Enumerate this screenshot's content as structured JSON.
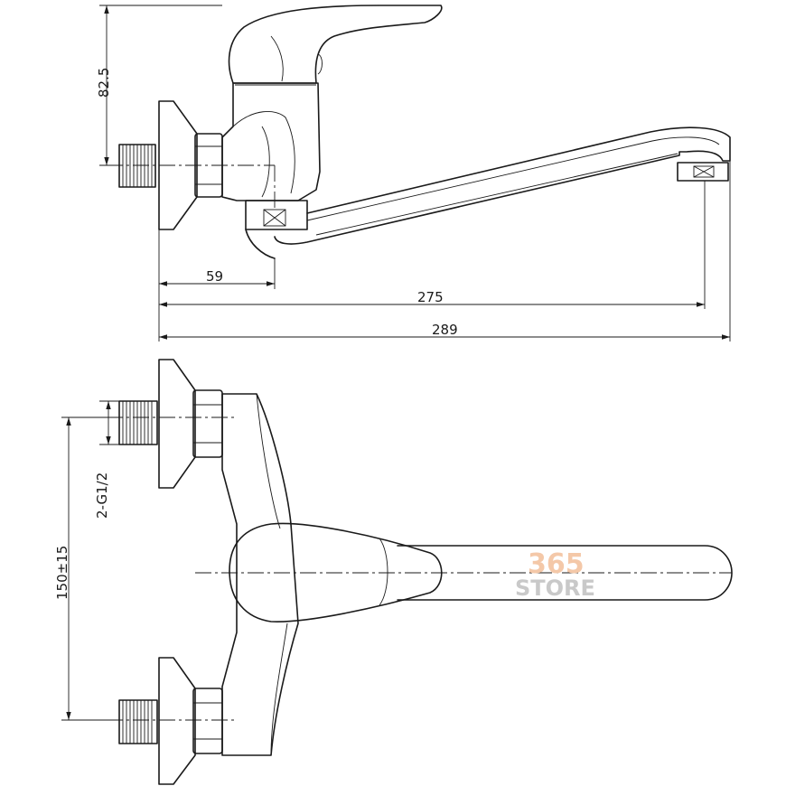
{
  "dimensions": {
    "inlet_to_lever": "82.5",
    "inlet_to_outlet_axis": "59",
    "wall_to_spout_axis": "275",
    "overall_length": "289",
    "thread": "2-G1/2",
    "inlet_spacing": "150±15"
  },
  "watermark": {
    "line1": "365",
    "line2": "STORE"
  }
}
